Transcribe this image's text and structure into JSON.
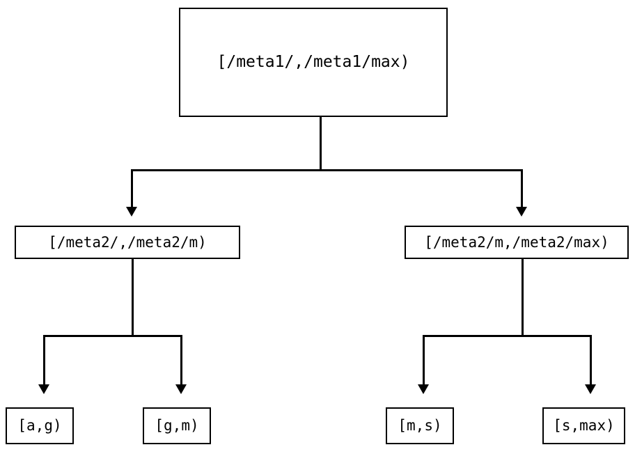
{
  "diagram": {
    "type": "tree",
    "orientation": "top-down",
    "colors": {
      "stroke": "#000000",
      "fill": "#ffffff",
      "text": "#000000",
      "background": "#ffffff"
    },
    "nodes": {
      "root": {
        "id": "root",
        "label": "[/meta1/,/meta1/max)",
        "level": 0
      },
      "mid_left": {
        "id": "mid-left",
        "label": "[/meta2/,/meta2/m)",
        "level": 1
      },
      "mid_right": {
        "id": "mid-right",
        "label": "[/meta2/m,/meta2/max)",
        "level": 1
      },
      "leaf_ag": {
        "id": "leaf-ag",
        "label": "[a,g)",
        "level": 2
      },
      "leaf_gm": {
        "id": "leaf-gm",
        "label": "[g,m)",
        "level": 2
      },
      "leaf_ms": {
        "id": "leaf-ms",
        "label": "[m,s)",
        "level": 2
      },
      "leaf_smax": {
        "id": "leaf-smax",
        "label": "[s,max)",
        "level": 2
      }
    },
    "edges": [
      {
        "from": "root",
        "to": "mid_left",
        "arrow": "down-triangle"
      },
      {
        "from": "root",
        "to": "mid_right",
        "arrow": "down-triangle"
      },
      {
        "from": "mid_left",
        "to": "leaf_ag",
        "arrow": "down-triangle"
      },
      {
        "from": "mid_left",
        "to": "leaf_gm",
        "arrow": "down-triangle"
      },
      {
        "from": "mid_right",
        "to": "leaf_ms",
        "arrow": "down-triangle"
      },
      {
        "from": "mid_right",
        "to": "leaf_smax",
        "arrow": "down-triangle"
      }
    ]
  }
}
